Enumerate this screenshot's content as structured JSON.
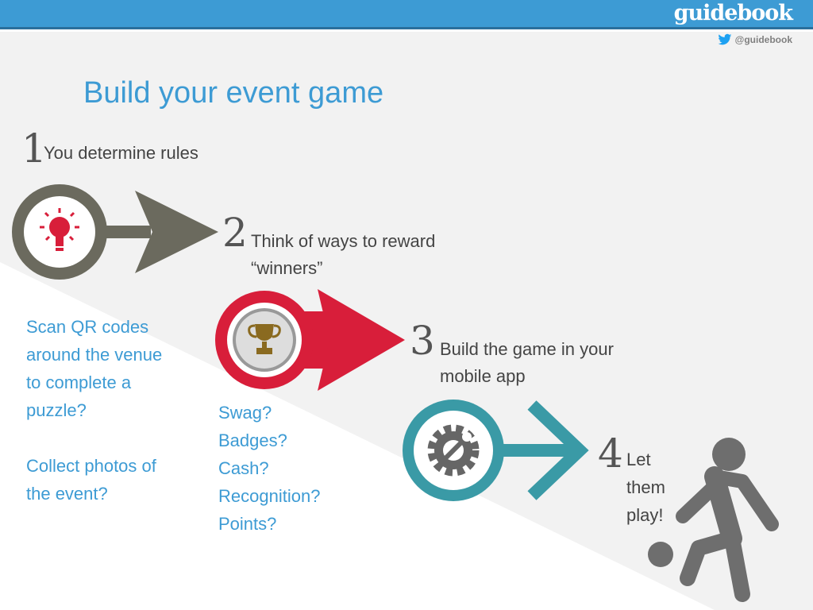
{
  "header": {
    "brand": "guidebook",
    "twitter_handle": "@guidebook"
  },
  "title": "Build your event game",
  "steps": [
    {
      "number": "1",
      "text_lines": [
        "You determine rules"
      ],
      "icon": "lightbulb-icon"
    },
    {
      "number": "2",
      "text_lines": [
        "Think of ways to reward",
        "“winners”"
      ],
      "icon": "trophy-icon"
    },
    {
      "number": "3",
      "text_lines": [
        "Build the game in your",
        "mobile app"
      ],
      "icon": "gear-wrench-icon"
    },
    {
      "number": "4",
      "text_lines": [
        "Let",
        "them",
        "play!"
      ],
      "icon": "soccer-player-icon"
    }
  ],
  "rule_examples": {
    "block1": [
      "Scan QR codes",
      "around the venue",
      "to complete a",
      "puzzle?"
    ],
    "block2": [
      "Collect photos of",
      "the event?"
    ]
  },
  "reward_examples": [
    "Swag?",
    "Badges?",
    "Cash?",
    "Recognition?",
    "Points?"
  ],
  "colors": {
    "header": "#3d9bd4",
    "title": "#3d9bd4",
    "step1": "#6b6a5e",
    "step2": "#d81e3a",
    "step3": "#3a9aa6",
    "player": "#6e6e6e",
    "band": "#f2f2f2"
  }
}
